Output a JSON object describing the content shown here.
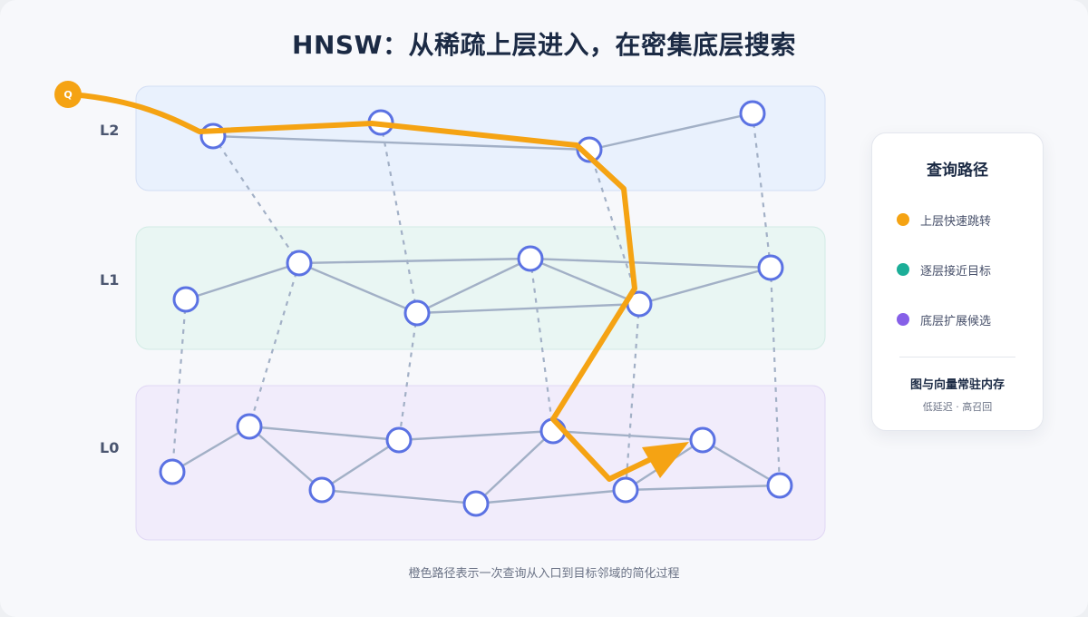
{
  "title": "HNSW：从稀疏上层进入，在密集底层搜索",
  "caption": "橙色路径表示一次查询从入口到目标邻域的简化过程",
  "query_label": "Q",
  "layers": [
    {
      "label": "L2",
      "color": "#e9f1fd"
    },
    {
      "label": "L1",
      "color": "#e9f6f3"
    },
    {
      "label": "L0",
      "color": "#f1ecfb"
    }
  ],
  "legend": {
    "title": "查询路径",
    "items": [
      {
        "label": "上层快速跳转",
        "color": "#f5a313"
      },
      {
        "label": "逐层接近目标",
        "color": "#1cae98"
      },
      {
        "label": "底层扩展候选",
        "color": "#8660e8"
      }
    ],
    "note": "图与向量常驻内存",
    "sub": "低延迟 · 高召回"
  },
  "colors": {
    "path": "#f5a313",
    "node_stroke": "#5b72e3",
    "edge": "#a2b0c6",
    "link": "#a2b0c6"
  }
}
